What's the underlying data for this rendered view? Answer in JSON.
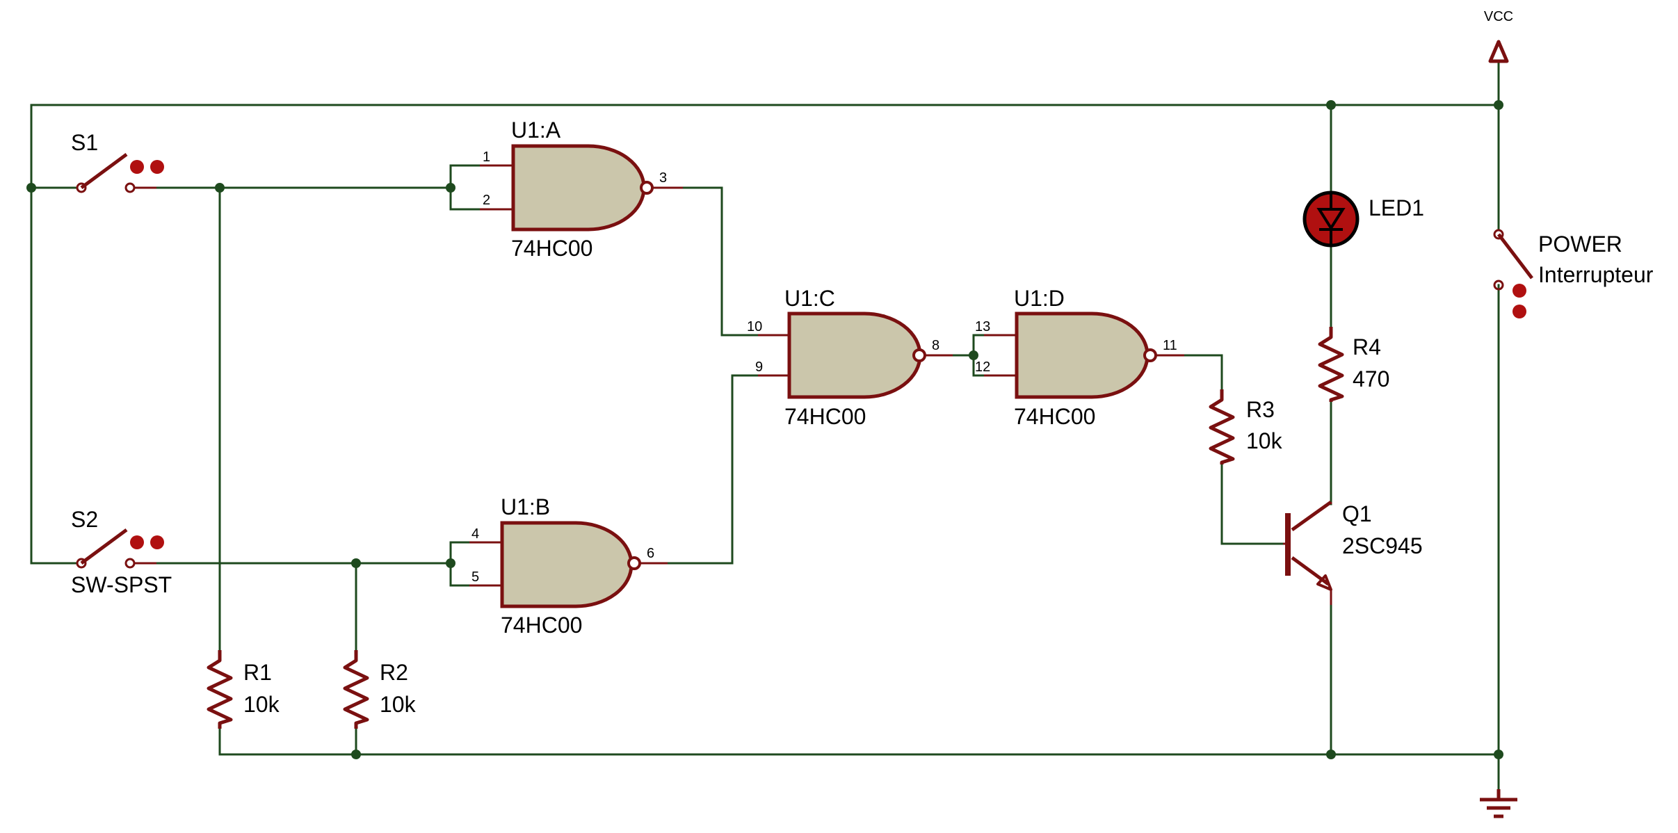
{
  "power": {
    "vcc_label": "VCC"
  },
  "switches": {
    "s1": {
      "ref": "S1"
    },
    "s2": {
      "ref": "S2",
      "value": "SW-SPST"
    },
    "power": {
      "ref": "POWER",
      "value": "Interrupteur"
    }
  },
  "gates": {
    "a": {
      "ref": "U1:A",
      "part": "74HC00",
      "pins": [
        "1",
        "2",
        "3"
      ]
    },
    "b": {
      "ref": "U1:B",
      "part": "74HC00",
      "pins": [
        "4",
        "5",
        "6"
      ]
    },
    "c": {
      "ref": "U1:C",
      "part": "74HC00",
      "pins": [
        "10",
        "9",
        "8"
      ]
    },
    "d": {
      "ref": "U1:D",
      "part": "74HC00",
      "pins": [
        "13",
        "12",
        "11"
      ]
    }
  },
  "resistors": {
    "r1": {
      "ref": "R1",
      "value": "10k"
    },
    "r2": {
      "ref": "R2",
      "value": "10k"
    },
    "r3": {
      "ref": "R3",
      "value": "10k"
    },
    "r4": {
      "ref": "R4",
      "value": "470"
    }
  },
  "led": {
    "ref": "LED1"
  },
  "transistor": {
    "ref": "Q1",
    "part": "2SC945"
  },
  "colors": {
    "wire": "#1e4a1e",
    "component": "#7a1010",
    "gate_fill": "#cbc6ab",
    "led_fill": "#b01010"
  }
}
